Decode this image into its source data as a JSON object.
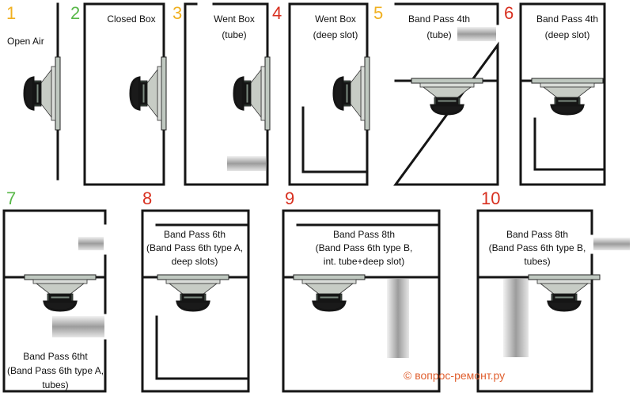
{
  "colors": {
    "wall": "#151515",
    "tube_light": "#f2f2f2",
    "tube_mid": "#a8a8a8",
    "tube_dark": "#7a7a7a",
    "num_1": "#f0b020",
    "num_2": "#58b848",
    "num_3": "#f0b020",
    "num_4": "#d83020",
    "num_5": "#f0b020",
    "num_6": "#d83020",
    "num_7": "#58b848",
    "num_8": "#d83020",
    "num_9": "#d83020",
    "num_10": "#d83020",
    "watermark": "#e06030"
  },
  "diagrams": [
    {
      "number": "1",
      "lines": [
        "Open Air"
      ]
    },
    {
      "number": "2",
      "lines": [
        "Closed Box"
      ]
    },
    {
      "number": "3",
      "lines": [
        "Went Box",
        "(tube)"
      ]
    },
    {
      "number": "4",
      "lines": [
        "Went Box",
        "(deep slot)"
      ]
    },
    {
      "number": "5",
      "lines": [
        "Band Pass 4th",
        "(tube)"
      ]
    },
    {
      "number": "6",
      "lines": [
        "Band Pass 4th",
        "(deep slot)"
      ]
    },
    {
      "number": "7",
      "lines": [
        "Band Pass 6tht",
        "(Band Pass 6th type A,",
        "tubes)"
      ]
    },
    {
      "number": "8",
      "lines": [
        "Band Pass 6th",
        "(Band Pass 6th type A,",
        "deep slots)"
      ]
    },
    {
      "number": "9",
      "lines": [
        "Band Pass 8th",
        "(Band Pass 6th type B,",
        "int. tube+deep slot)"
      ]
    },
    {
      "number": "10",
      "lines": [
        "Band Pass 8th",
        "(Band Pass 6th type B,",
        "tubes)"
      ]
    }
  ],
  "watermark": "© вопрос-ремонт.ру"
}
